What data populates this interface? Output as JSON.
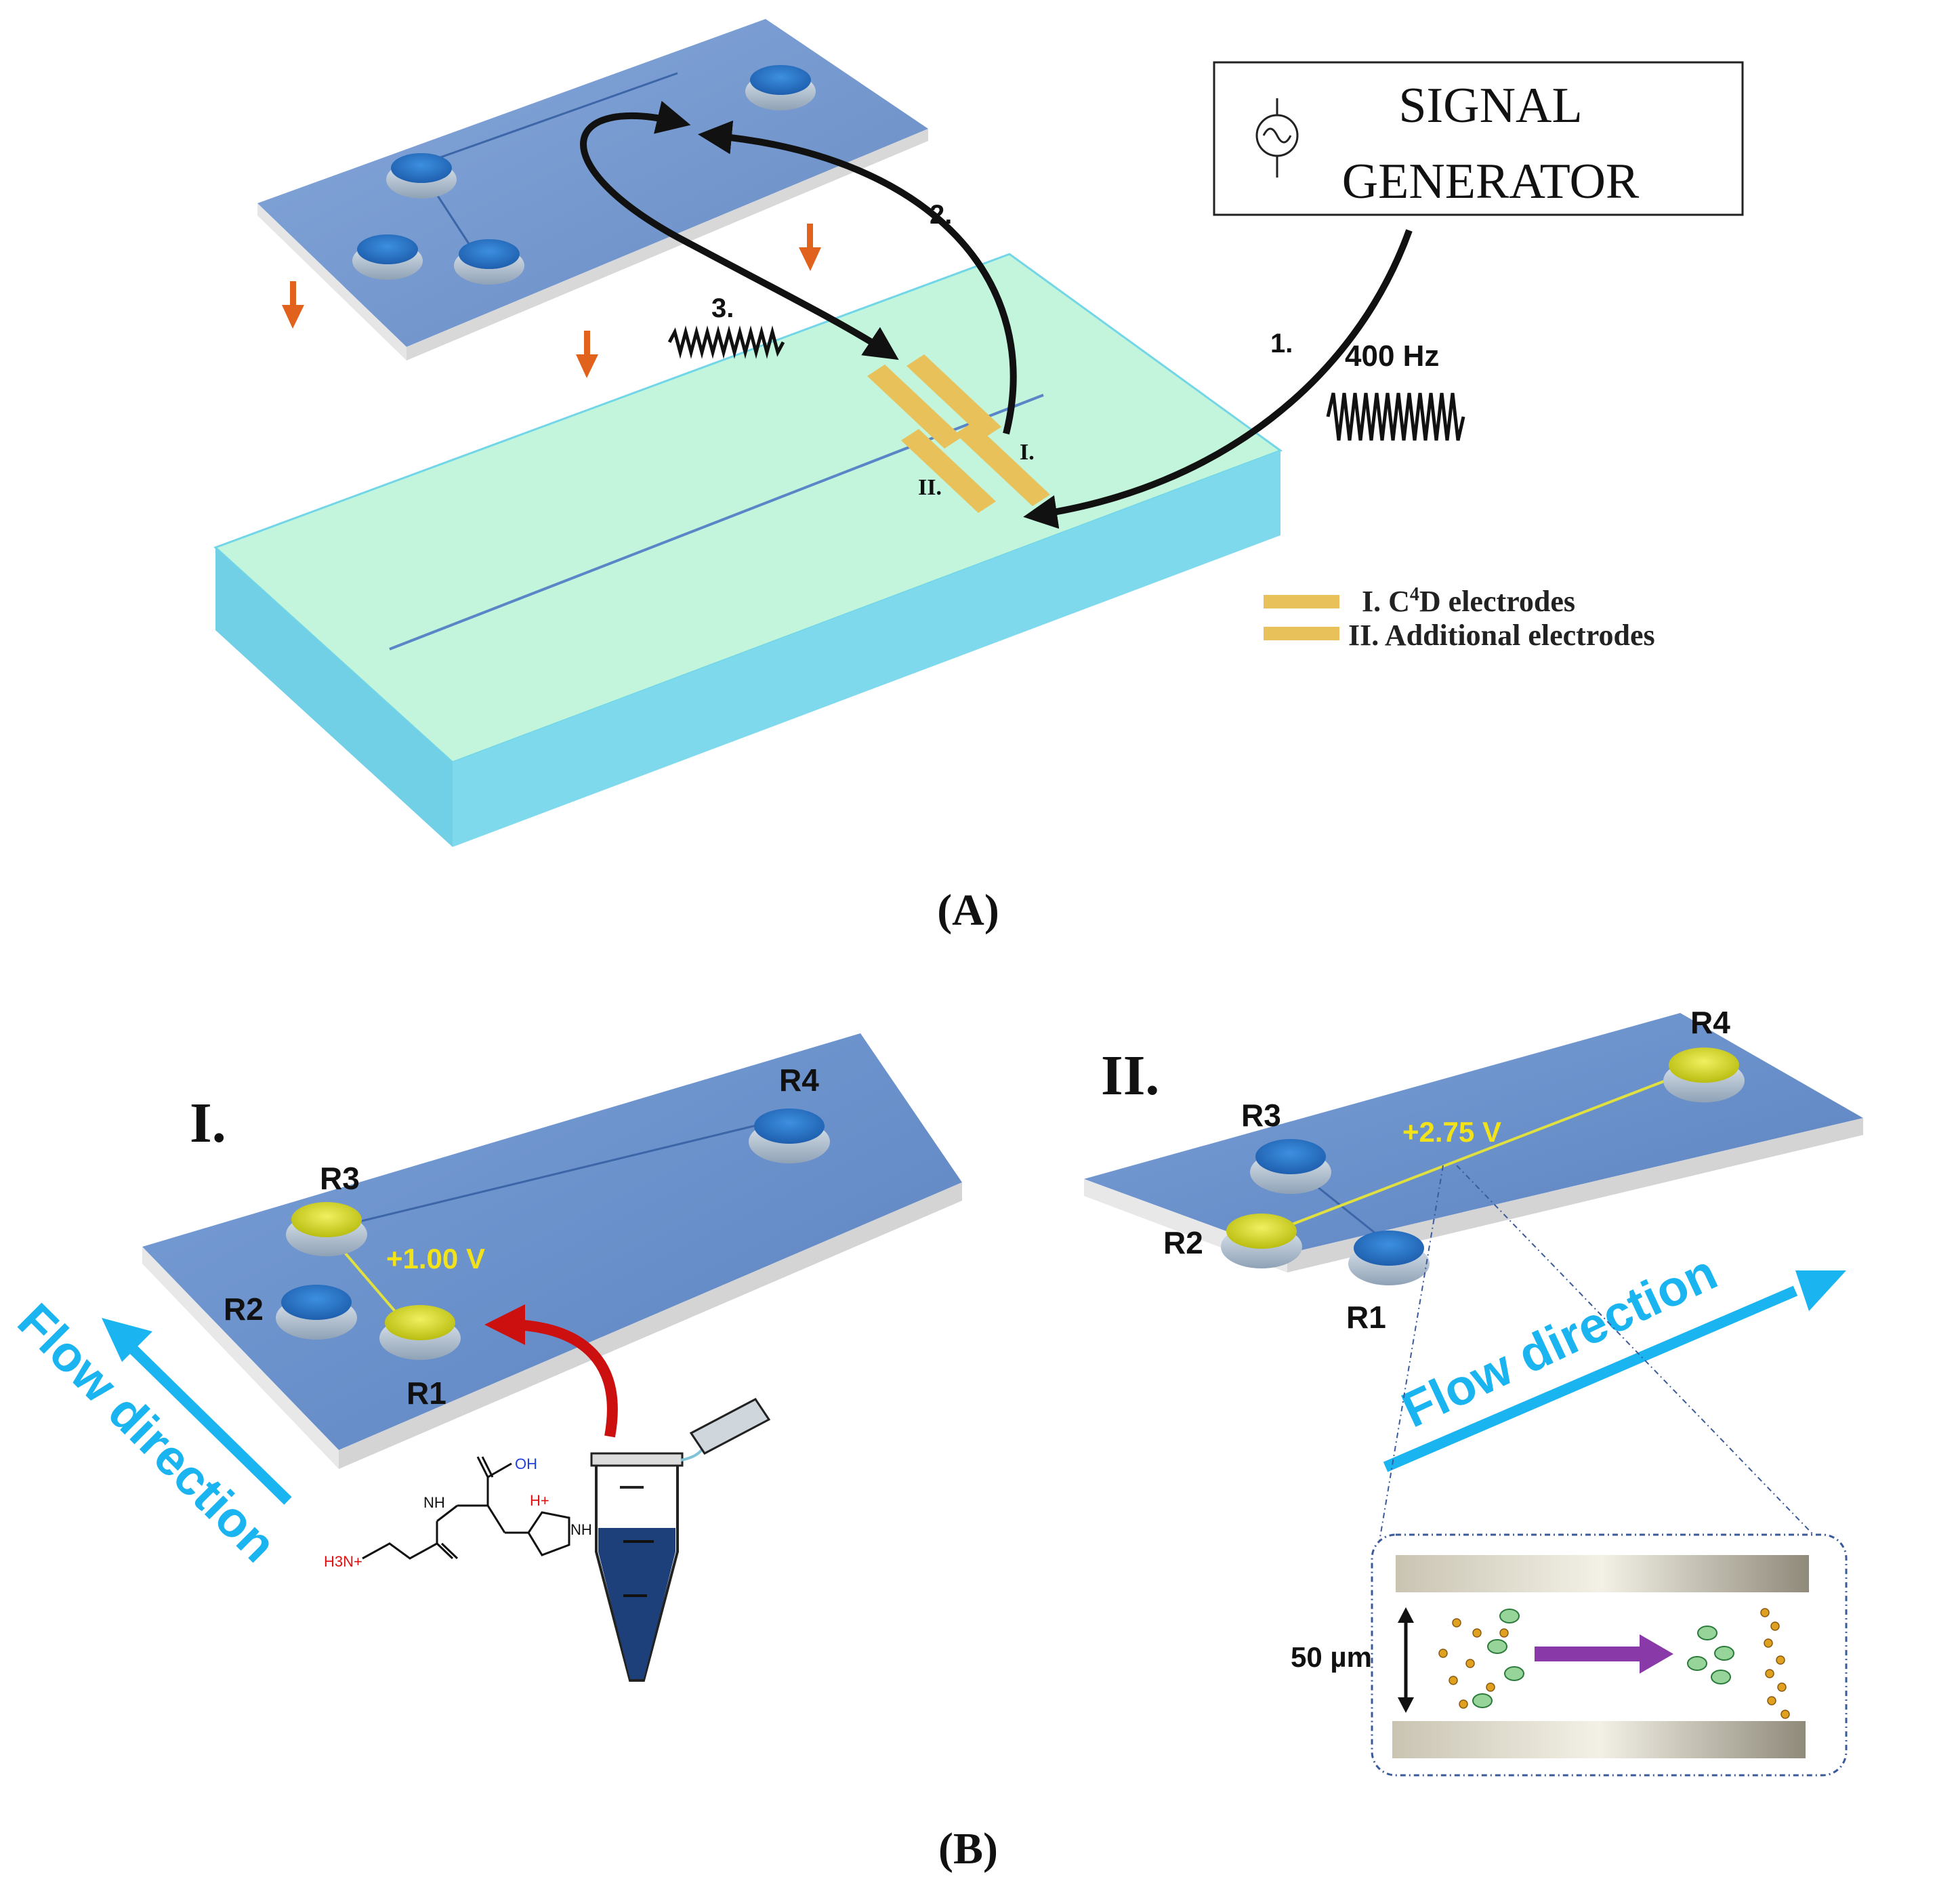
{
  "panel_a": {
    "label": "(A)",
    "signal_generator": {
      "line1": "SIGNAL",
      "line2": "GENERATOR"
    },
    "steps": {
      "one": "1.",
      "two": "2.",
      "three": "3."
    },
    "frequency": "400 Hz",
    "electrode_marks": {
      "one": "I.",
      "two": "II."
    },
    "legend": [
      {
        "numeral": "I.",
        "text": "C",
        "superscript": "4",
        "suffix": "D electrodes"
      },
      {
        "numeral": "II.",
        "text": "Additional electrodes"
      }
    ],
    "colors": {
      "electrode": "#e8c15a",
      "arrow_orange": "#e0621c",
      "base_chip": "#c2f5dc",
      "top_chip": "#5a86c8"
    }
  },
  "panel_b": {
    "label": "(B)",
    "step_one": {
      "numeral": "I.",
      "voltage": "+1.00 V",
      "reservoirs": {
        "r1": "R1",
        "r2": "R2",
        "r3": "R3",
        "r4": "R4"
      },
      "flow": "Flow direction",
      "molecule": {
        "oh": "OH",
        "nh": "NH",
        "nh_ring": "NH",
        "h_plus": "H+",
        "amine": "H3N+"
      }
    },
    "step_two": {
      "numeral": "II.",
      "voltage": "+2.75 V",
      "reservoirs": {
        "r1": "R1",
        "r2": "R2",
        "r3": "R3",
        "r4": "R4"
      },
      "flow": "Flow direction",
      "channel_width": "50 µm"
    },
    "colors": {
      "flow_arrow": "#1ab4f0",
      "voltage_text": "#f2e21a",
      "active_reservoir": "#d8dc1a",
      "injection_arrow": "#cc1010",
      "separation_arrow": "#8a3aa8"
    }
  }
}
